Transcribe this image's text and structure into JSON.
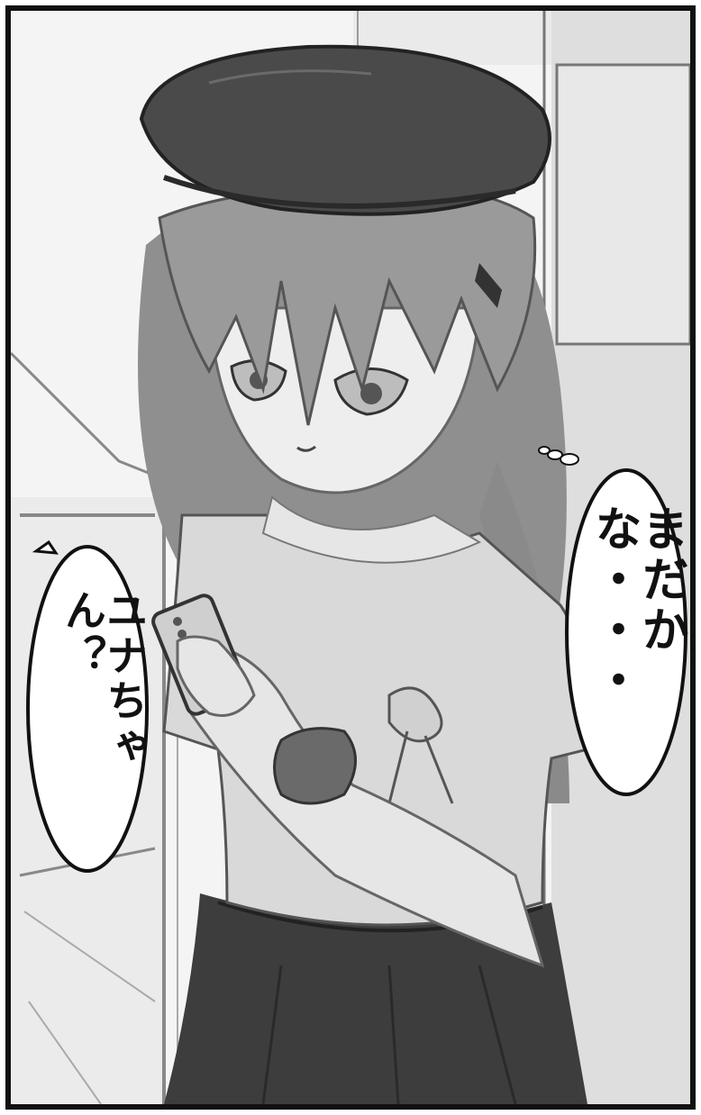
{
  "panel": {
    "speech_bubbles": [
      {
        "id": "girl-thought",
        "text": "まだかな・・・"
      },
      {
        "id": "offscreen-call",
        "text": "ユナちゃん？"
      }
    ],
    "colors": {
      "border": "#111111",
      "background": "#f2f2f2",
      "beret": "#4a4a4a",
      "hair": "#9a9a9a",
      "skin": "#e6e6e6",
      "shirt": "#d9d9d9",
      "skirt": "#3d3d3d"
    }
  }
}
